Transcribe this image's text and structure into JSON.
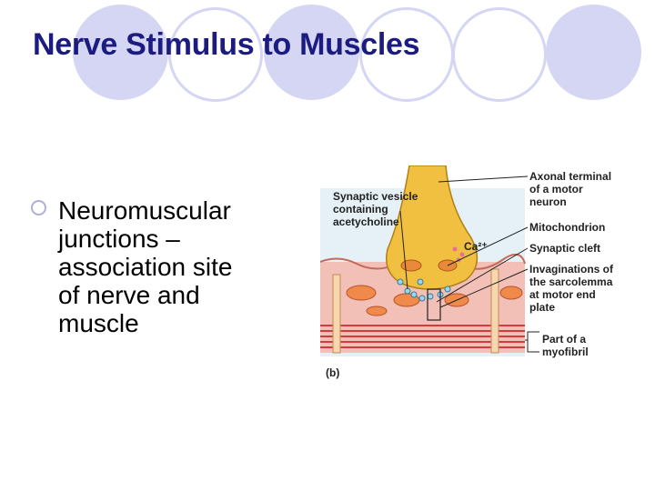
{
  "slide": {
    "title": "Nerve Stimulus to Muscles",
    "bullet": {
      "icon": "circle-bullet-icon",
      "lines": [
        "Neuromuscular",
        "junctions –",
        "association site",
        "of nerve and",
        "muscle"
      ]
    }
  },
  "figure": {
    "panel_label": "(b)",
    "labels": {
      "vesicle": [
        "Synaptic vesicle",
        "containing",
        "acetycholine"
      ],
      "calcium": "Ca²⁺",
      "axonal": [
        "Axonal terminal",
        "of a motor",
        "neuron"
      ],
      "mito": "Mitochondrion",
      "cleft": "Synaptic cleft",
      "invag": [
        "Invaginations of",
        "the sarcolemma",
        "at motor end",
        "plate"
      ],
      "myofibril": [
        "Part of a",
        "myofibril"
      ]
    }
  },
  "colors": {
    "title": "#1c1c80",
    "decoration_circle": "#d4d6f3",
    "muscle_pink": "#f3c0b8",
    "neuron_yellow": "#f2c040",
    "leader_line": "#222222"
  }
}
